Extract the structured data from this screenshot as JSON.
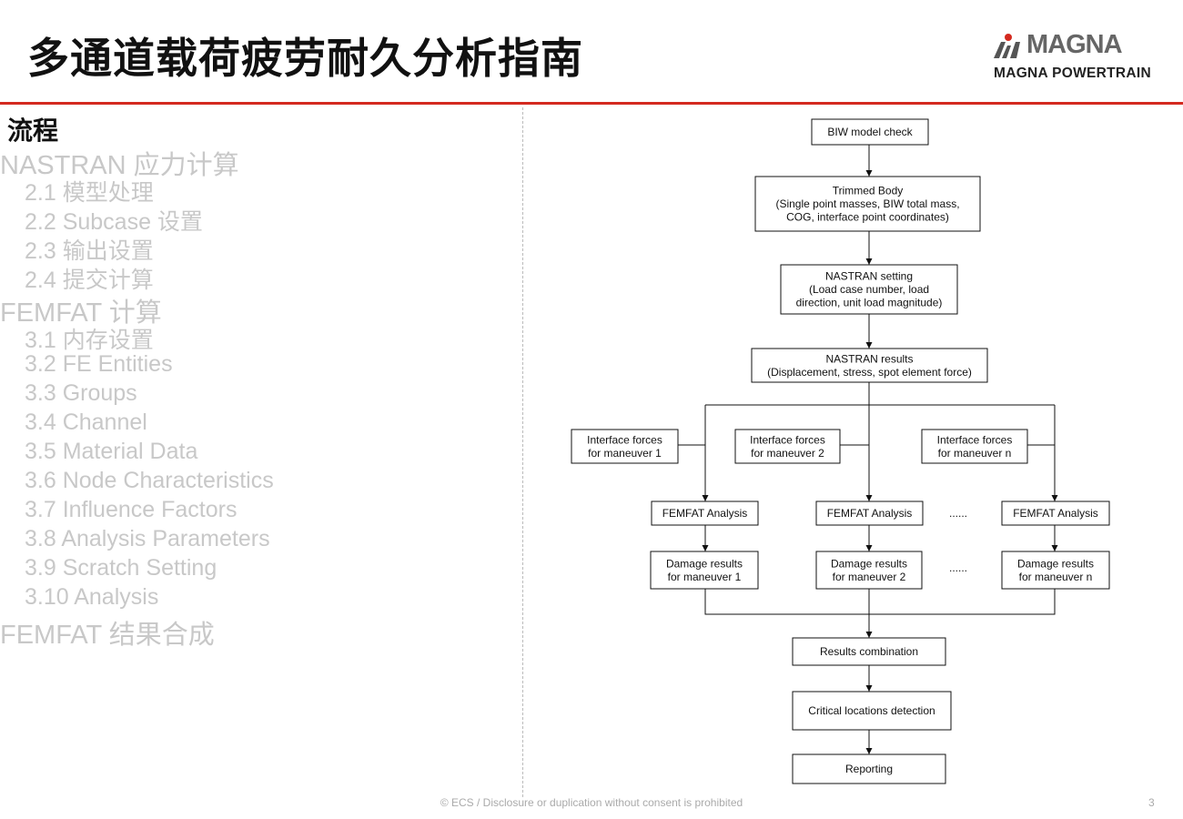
{
  "header": {
    "title": "多通道载荷疲劳耐久分析指南",
    "logo_word": "MAGNA",
    "logo_sub": "MAGNA POWERTRAIN",
    "accent_color": "#d42a1f"
  },
  "toc": {
    "heading": "流程",
    "items": [
      {
        "text": "NASTRAN 应力计算",
        "level": 1
      },
      {
        "text": "2.1  模型处理",
        "level": 2
      },
      {
        "text": "2.2 Subcase 设置",
        "level": 2
      },
      {
        "text": "2.3  输出设置",
        "level": 2
      },
      {
        "text": "2.4  提交计算",
        "level": 2
      },
      {
        "text": "FEMFAT 计算",
        "level": 1
      },
      {
        "text": "3.1  内存设置",
        "level": 2
      },
      {
        "text": "3.2 FE Entities",
        "level": 2
      },
      {
        "text": "3.3 Groups",
        "level": 2
      },
      {
        "text": "3.4 Channel",
        "level": 2
      },
      {
        "text": "3.5 Material Data",
        "level": 2
      },
      {
        "text": "3.6 Node Characteristics",
        "level": 2
      },
      {
        "text": "3.7 Influence Factors",
        "level": 2
      },
      {
        "text": "3.8 Analysis Parameters",
        "level": 2
      },
      {
        "text": "3.9 Scratch Setting",
        "level": 2
      },
      {
        "text": "3.10 Analysis",
        "level": 2
      },
      {
        "text": "FEMFAT 结果合成",
        "level": 1
      }
    ]
  },
  "flowchart": {
    "bw_check": [
      "BIW model check"
    ],
    "trimmed_body": [
      "Trimmed Body",
      "(Single point masses, BIW total mass,",
      "COG, interface point coordinates)"
    ],
    "nastran_setting": [
      "NASTRAN setting",
      "(Load case number, load",
      "direction, unit load magnitude)"
    ],
    "nastran_results": [
      "NASTRAN results",
      "(Displacement, stress, spot element force)"
    ],
    "iface_1": [
      "Interface forces",
      "for maneuver 1"
    ],
    "iface_2": [
      "Interface forces",
      "for maneuver 2"
    ],
    "iface_n": [
      "Interface forces",
      "for maneuver n"
    ],
    "femfat_1": [
      "FEMFAT Analysis"
    ],
    "femfat_2": [
      "FEMFAT Analysis"
    ],
    "femfat_n": [
      "FEMFAT Analysis"
    ],
    "damage_1": [
      "Damage results",
      "for maneuver 1"
    ],
    "damage_2": [
      "Damage results",
      "for maneuver 2"
    ],
    "damage_n": [
      "Damage results",
      "for maneuver n"
    ],
    "dots": "......",
    "combination": [
      "Results combination"
    ],
    "critical": [
      "Critical locations detection"
    ],
    "reporting": [
      "Reporting"
    ]
  },
  "footer": {
    "text": "© ECS / Disclosure or duplication without consent is prohibited",
    "page": "3"
  }
}
